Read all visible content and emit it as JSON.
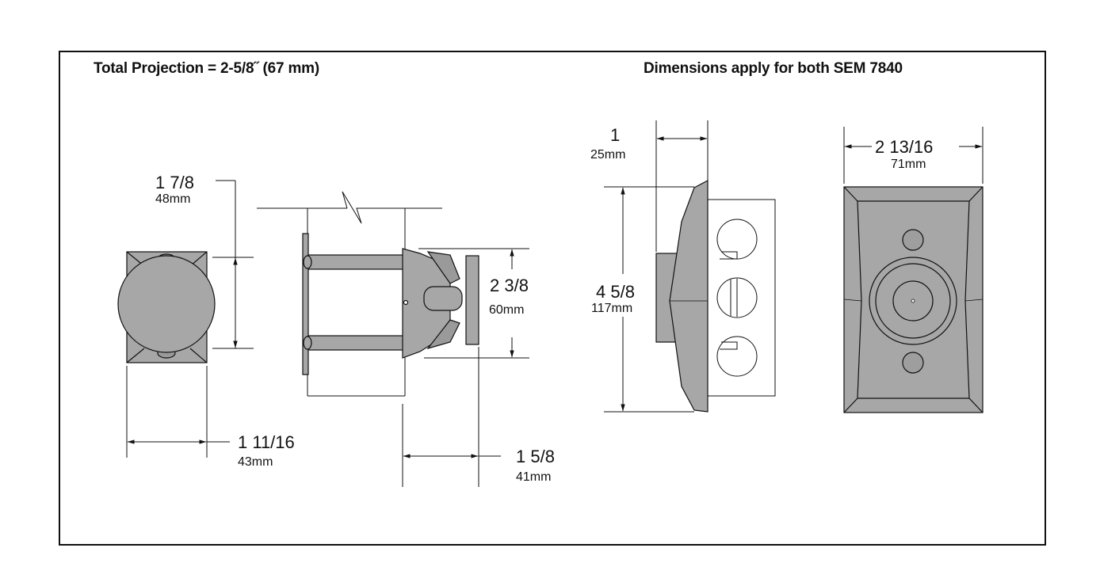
{
  "headings": {
    "left": "Total Projection = 2-5/8˝ (67 mm)",
    "right": "Dimensions apply for both SEM 7840"
  },
  "dimensions": {
    "front_height": {
      "imperial": "1 7/8",
      "metric": "48mm"
    },
    "front_width": {
      "imperial": "1 11/16",
      "metric": "43mm"
    },
    "side_height": {
      "imperial": "2 3/8",
      "metric": "60mm"
    },
    "side_depth": {
      "imperial": "1 5/8",
      "metric": "41mm"
    },
    "plate_depth": {
      "imperial": "1",
      "metric": "25mm"
    },
    "plate_height": {
      "imperial": "4 5/8",
      "metric": "117mm"
    },
    "plate_width": {
      "imperial": "2 13/16",
      "metric": "71mm"
    }
  },
  "colors": {
    "part_fill": "#a7a7a7",
    "part_dark": "#8c8c8c",
    "line": "#111111"
  }
}
